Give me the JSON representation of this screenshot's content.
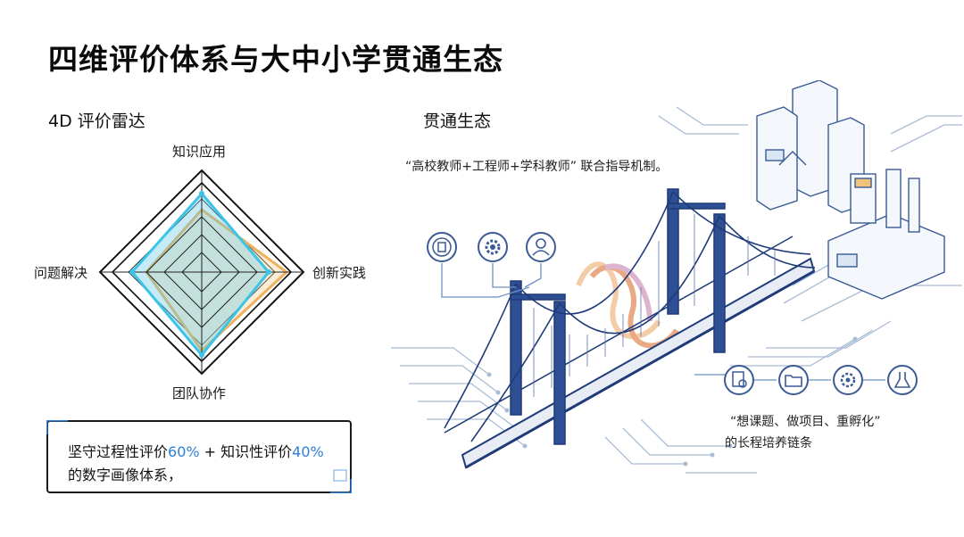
{
  "title": "四维评价体系与大中小学贯通生态",
  "left": {
    "heading": "4D 评价雷达",
    "axes": [
      "知识应用",
      "创新实践",
      "团队协作",
      "问题解决"
    ],
    "box": {
      "line1_a": "坚守过程性评价",
      "line1_p1": "60%",
      "line1_b": " + 知识性评价",
      "line1_p2": "40%",
      "line2": "的数字画像体系，"
    }
  },
  "right": {
    "heading": "贯通生态",
    "mechanism": "“高校教师+工程师+学科教师” 联合指导机制。",
    "chain_line1": "“想课题、做项目、重孵化”",
    "chain_line2": "的长程培养链条",
    "top_icons": [
      "school-emblem-icon",
      "gear-icon",
      "person-icon"
    ],
    "bottom_icons": [
      "document-search-icon",
      "folder-icon",
      "team-gear-icon",
      "flask-icon"
    ]
  },
  "colors": {
    "accent": "#2e7fd6",
    "bridge": "#1e3a78",
    "cyan": "#3cc4e8",
    "orange": "#f0b060",
    "circuit": "#a9bcd6"
  }
}
